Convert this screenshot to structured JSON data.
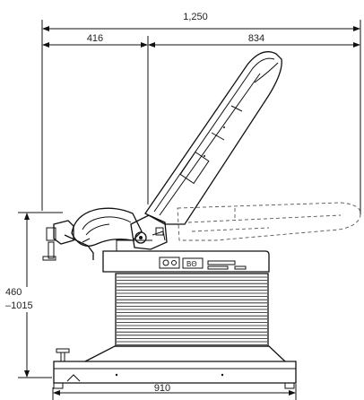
{
  "dimensions": {
    "overall_width": "1,250",
    "left_reach": "416",
    "right_reach": "834",
    "height_range_line1": "460",
    "height_range_line2": "–1015",
    "base_width": "910"
  },
  "colors": {
    "line": "#111111",
    "ghost_line": "#555555",
    "background": "#ffffff"
  }
}
